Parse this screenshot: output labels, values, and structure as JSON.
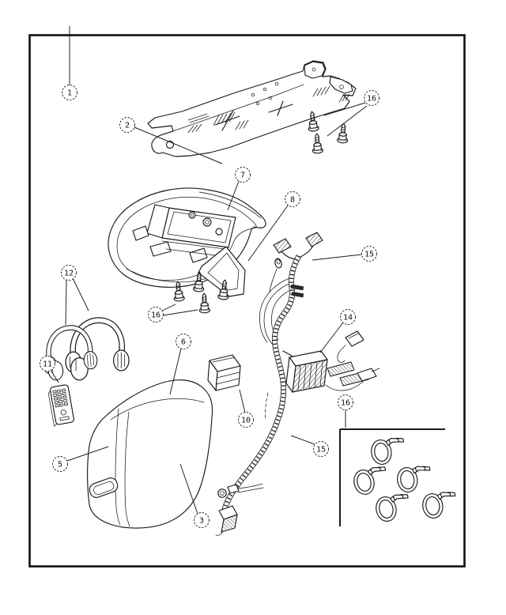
{
  "diagram": {
    "type": "exploded-parts-diagram",
    "background_color": "#ffffff",
    "line_color": "#1a1a1a",
    "callouts": [
      {
        "id": "callout-1",
        "label": "1"
      },
      {
        "id": "callout-2",
        "label": "2"
      },
      {
        "id": "callout-16-top",
        "label": "16"
      },
      {
        "id": "callout-7",
        "label": "7"
      },
      {
        "id": "callout-8",
        "label": "8"
      },
      {
        "id": "callout-15-upper",
        "label": "15"
      },
      {
        "id": "callout-12",
        "label": "12"
      },
      {
        "id": "callout-16-middle",
        "label": "16"
      },
      {
        "id": "callout-11",
        "label": "11"
      },
      {
        "id": "callout-6",
        "label": "6"
      },
      {
        "id": "callout-14",
        "label": "14"
      },
      {
        "id": "callout-10",
        "label": "10"
      },
      {
        "id": "callout-5",
        "label": "5"
      },
      {
        "id": "callout-3",
        "label": "3"
      },
      {
        "id": "callout-15-lower",
        "label": "15"
      },
      {
        "id": "callout-16-bottom",
        "label": "16"
      }
    ]
  }
}
